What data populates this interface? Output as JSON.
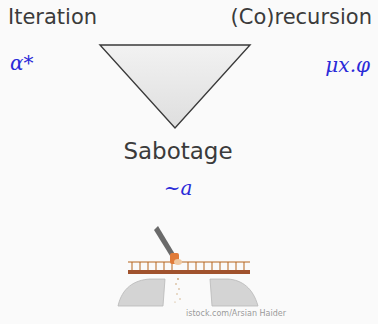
{
  "diagram": {
    "labels": [
      "Iteration",
      "(Co)recursion",
      "α*",
      "μx.φ",
      "Sabotage",
      "~a",
      "istock.com/Arsian Haider"
    ]
  }
}
